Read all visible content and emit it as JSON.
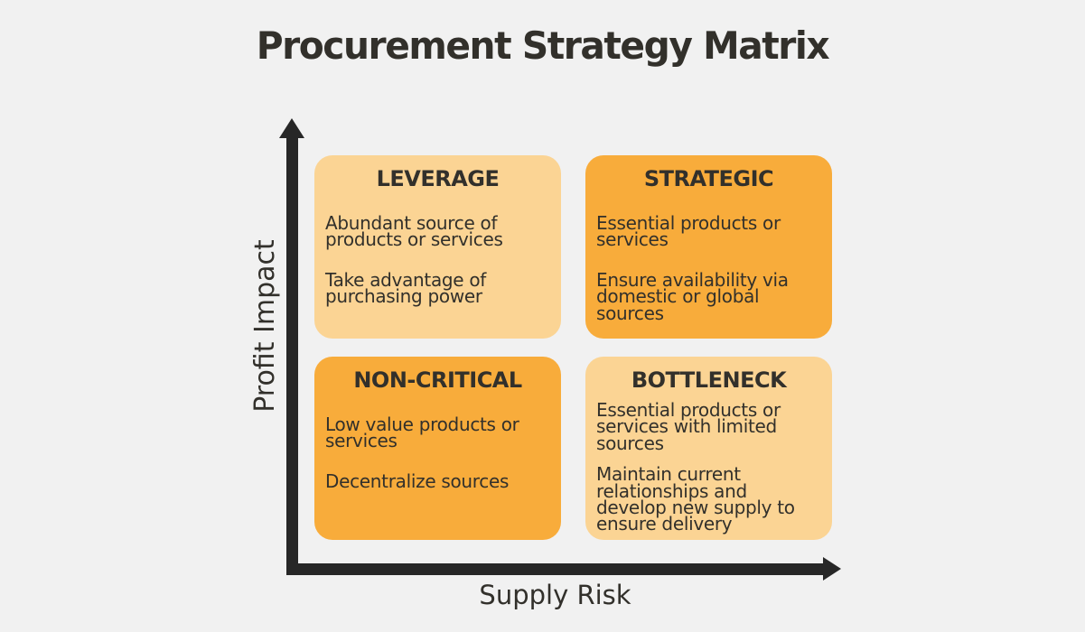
{
  "title": "Procurement Strategy Matrix",
  "axes": {
    "y_label": "Profit Impact",
    "x_label": "Supply Risk"
  },
  "colors": {
    "background": "#F1F1F1",
    "card_light": "#FBD494",
    "card_dark": "#F8AC3B",
    "axis": "#272727",
    "text": "#32302B"
  },
  "quadrants": [
    {
      "id": "leverage",
      "title": "LEVERAGE",
      "variant": "light",
      "position": "top-left",
      "points": [
        "Abundant source of products or services",
        "Take advantage of purchasing power"
      ]
    },
    {
      "id": "strategic",
      "title": "STRATEGIC",
      "variant": "dark",
      "position": "top-right",
      "points": [
        "Essential products or services",
        "Ensure availability via domestic or global sources"
      ]
    },
    {
      "id": "non-critical",
      "title": "NON-CRITICAL",
      "variant": "dark",
      "position": "bottom-left",
      "points": [
        "Low value products or services",
        "Decentralize sources"
      ]
    },
    {
      "id": "bottleneck",
      "title": "BOTTLENECK",
      "variant": "light",
      "position": "bottom-right",
      "points": [
        "Essential products or services with limited sources",
        "Maintain current relationships and develop new supply to ensure delivery"
      ]
    }
  ]
}
